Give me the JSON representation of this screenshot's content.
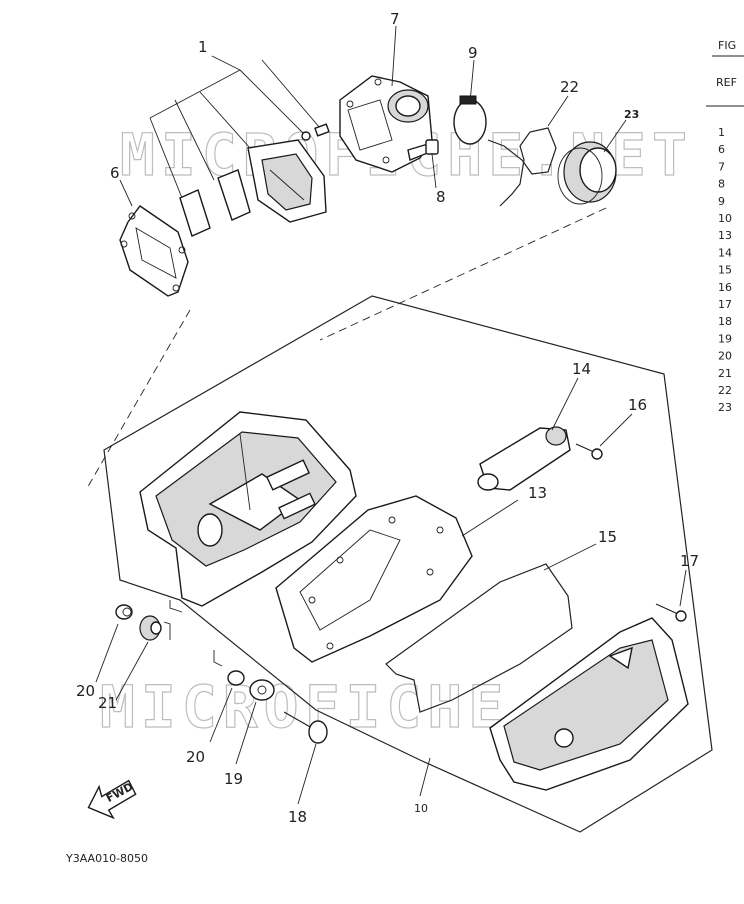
{
  "callouts": [
    "1",
    "7",
    "9",
    "22",
    "23",
    "6",
    "8",
    "14",
    "16",
    "13",
    "15",
    "17",
    "20",
    "21",
    "20",
    "19",
    "18",
    "10"
  ],
  "watermark_top": "MICROFICHE.NET",
  "watermark_bottom": "MICROFICHE.NET",
  "fwd_label": "FWD",
  "figure_code": "Y3AA010-8050",
  "table": {
    "header_fig": "FIG",
    "header_ref": "REF",
    "refs": [
      "1",
      "6",
      "7",
      "8",
      "9",
      "10",
      "13",
      "14",
      "15",
      "16",
      "17",
      "18",
      "19",
      "20",
      "21",
      "22",
      "23"
    ]
  }
}
